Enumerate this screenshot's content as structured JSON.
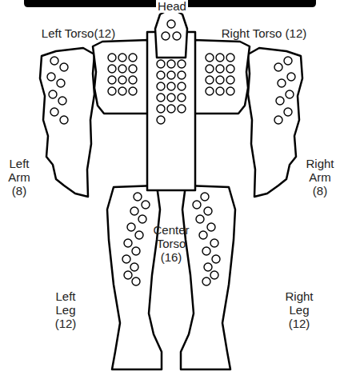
{
  "diagram": {
    "labels": [
      "Head",
      "Left Torso(12)",
      "Right Torso (12)",
      "Left Arm (8)",
      "Right Arm (8)",
      "Center Torso (16)",
      "Left Leg (12)",
      "Right Leg (12)"
    ]
  }
}
